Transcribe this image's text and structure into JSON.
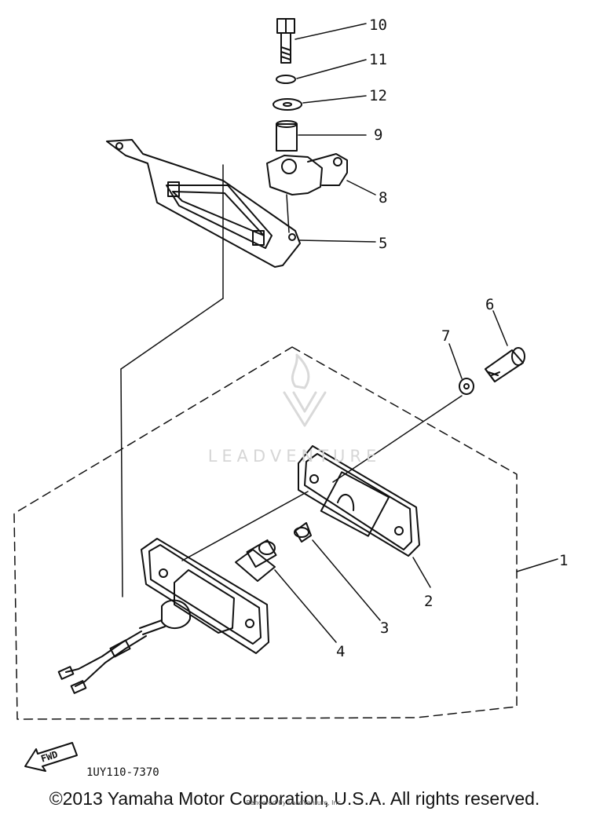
{
  "callouts": {
    "c1": "1",
    "c2": "2",
    "c3": "3",
    "c4": "4",
    "c5": "5",
    "c6": "6",
    "c7": "7",
    "c8": "8",
    "c9": "9",
    "c10": "10",
    "c11": "11",
    "c12": "12"
  },
  "drawing_code": "1UY110-7370",
  "fwd_label": "FWD",
  "watermark": "LEADVENTURE",
  "copyright": "©2013 Yamaha Motor Corporation, U.S.A. All rights reserved.",
  "rendered_by": "Rendered by LeadVenture, Inc.",
  "colors": {
    "ink": "#111111",
    "watermark": "#d6d6d6"
  }
}
